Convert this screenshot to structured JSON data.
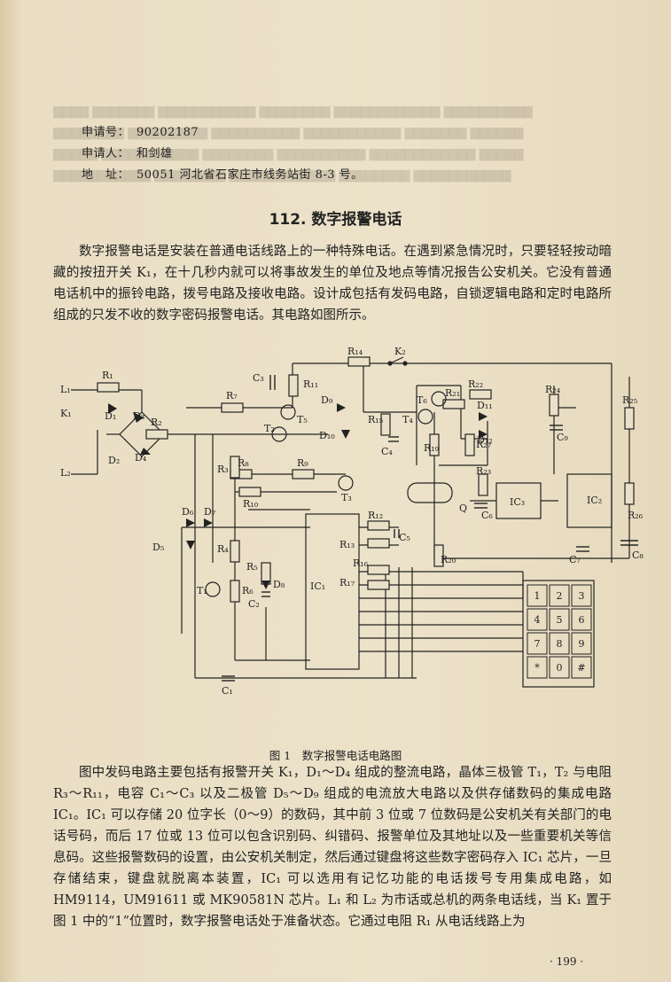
{
  "applicant_info": {
    "app_no_label": "申请号：",
    "app_no": "90202187",
    "applicant_label": "申请人：",
    "applicant": "和剑雄",
    "address_label": "地　址：",
    "address": "50051 河北省石家庄市线务站街 8-3 号。"
  },
  "article": {
    "title": "112. 数字报警电话",
    "intro": "数字报警电话是安装在普通电话线路上的一种特殊电话。在遇到紧急情况时，只要轻轻按动暗藏的按扭开关 K₁，在十几秒内就可以将事故发生的单位及地点等情况报告公安机关。它没有普通电话机中的振铃电路，拨号电路及接收电路。设计成包括有发码电路，自锁逻辑电路和定时电路所组成的只发不收的数字密码报警电话。其电路如图所示。",
    "body": "图中发码电路主要包括有报警开关 K₁，D₁～D₄ 组成的整流电路，晶体三极管 T₁，T₂ 与电阻 R₃～R₁₁，电容 C₁～C₃ 以及二极管 D₅～D₉ 组成的电流放大电路以及供存储数码的集成电路 IC₁。IC₁ 可以存储 20 位字长（0～9）的数码，其中前 3 位或 7 位数码是公安机关有关部门的电话号码，而后 17 位或 13 位可以包含识别码、纠错码、报警单位及其地址以及一些重要机关等信息码。这些报警数码的设置，由公安机关制定，然后通过键盘将这些数字密码存入 IC₁ 芯片，一旦存储结束，键盘就脱离本装置，IC₁ 可以选用有记忆功能的电话拨号专用集成电路，如 HM9114，UM91611 或 MK90581N 芯片。L₁ 和 L₂ 为市话或总机的两条电话线，当 K₁ 置于图 1 中的“1”位置时，数字报警电话处于准备状态。它通过电阻 R₁ 从电话线路上为"
  },
  "figure": {
    "caption": "图 1　数字报警电话电路图",
    "keypad_keys": [
      "1",
      "2",
      "3",
      "4",
      "5",
      "6",
      "7",
      "8",
      "9",
      "*",
      "0",
      "#"
    ],
    "labels": {
      "L1": "L₁",
      "L2": "L₂",
      "K1": "K₁",
      "K2": "K₂",
      "R1": "R₁",
      "R2": "R₂",
      "R3": "R₃",
      "R4": "R₄",
      "R5": "R₅",
      "R6": "R₆",
      "R7": "R₇",
      "R8": "R₈",
      "R9": "R₉",
      "R10": "R₁₀",
      "R11": "R₁₁",
      "R12": "R₁₂",
      "R13": "R₁₃",
      "R14": "R₁₄",
      "R15": "R₁₅",
      "R16": "R₁₆",
      "R17": "R₁₇",
      "R19": "R₁₉",
      "R20": "R₂₀",
      "R21": "R₂₁",
      "R22": "R₂₂",
      "R23": "R₂₃",
      "R24": "R₂₄",
      "R25": "R₂₅",
      "R26": "R₂₆",
      "R27": "R₂₇",
      "C1": "C₁",
      "C2": "C₂",
      "C3": "C₃",
      "C4": "C₄",
      "C5": "C₅",
      "C6": "C₆",
      "C7": "C₇",
      "C8": "C₈",
      "C9": "C₉",
      "D1": "D₁",
      "D2": "D₂",
      "D3": "D₃",
      "D4": "D₄",
      "D5": "D₅",
      "D6": "D₆",
      "D7": "D₇",
      "D8": "D₈",
      "D9": "D₉",
      "D10": "D₁₀",
      "D11": "D₁₁",
      "D12": "D₁₂",
      "T1": "T₁",
      "T2": "T₂",
      "T3": "T₃",
      "T4": "T₄",
      "T5": "T₅",
      "T6": "T₆",
      "Q": "Q",
      "IC1": "IC₁",
      "IC2": "IC₂",
      "IC3": "IC₃"
    }
  },
  "page_number": "· 199 ·"
}
